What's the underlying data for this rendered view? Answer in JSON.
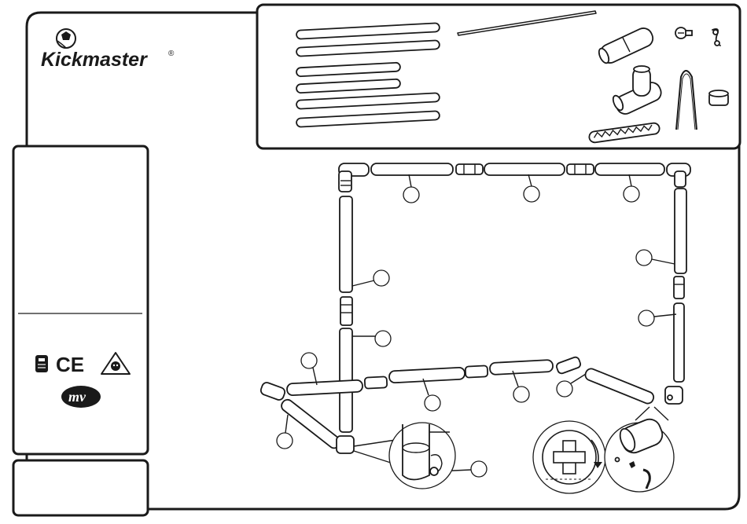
{
  "brand": {
    "name": "Kickmaster",
    "registered_mark": "®"
  },
  "marks": {
    "ce": "CE",
    "mv": "mv"
  },
  "icons": [
    "recycle-bin-icon",
    "ce-mark-icon",
    "warning-triangle-icon",
    "mv-logo-icon",
    "football-icon"
  ]
}
